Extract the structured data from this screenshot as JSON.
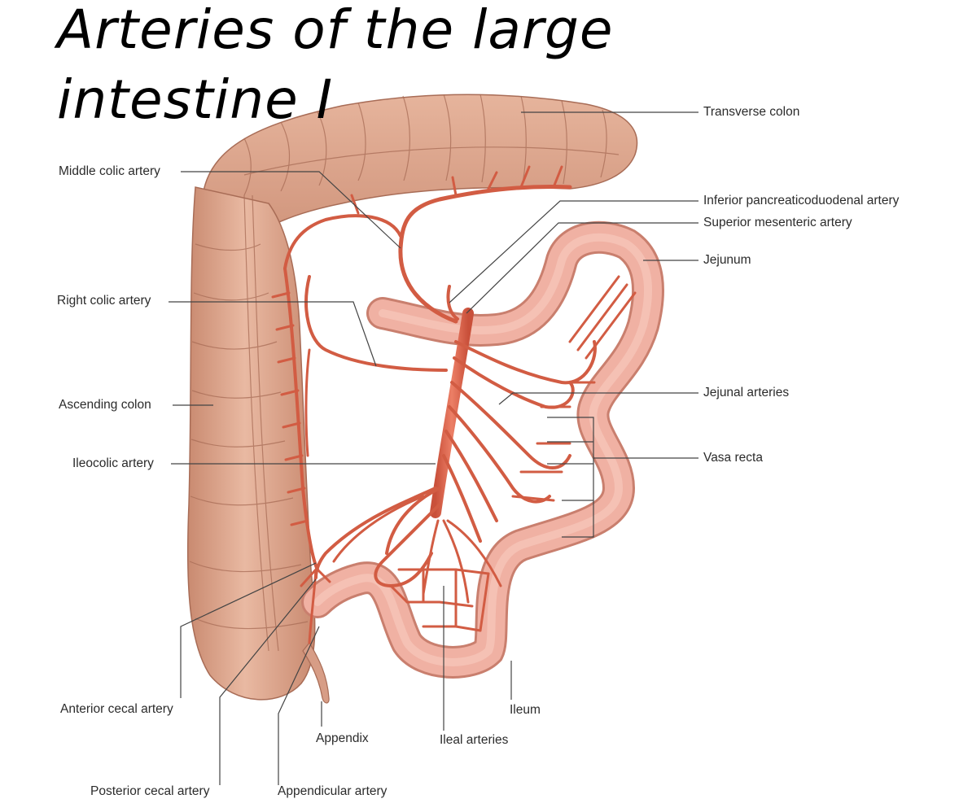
{
  "slide": {
    "title_line1": "Arteries of the large",
    "title_line2": "intestine I"
  },
  "colors": {
    "colon": "#dfa98f",
    "colon_shadow": "#b97c63",
    "small_intestine": "#eea89a",
    "artery": "#d9634a",
    "artery_dark": "#b84a34",
    "leader_line": "#444444",
    "label_text": "#2b2b2b"
  },
  "labels": {
    "transverse_colon": "Transverse colon",
    "middle_colic_artery": "Middle colic artery",
    "inferior_pancreaticoduodenal_artery": "Inferior pancreaticoduodenal artery",
    "superior_mesenteric_artery": "Superior mesenteric artery",
    "jejunum": "Jejunum",
    "right_colic_artery": "Right colic artery",
    "ascending_colon": "Ascending colon",
    "jejunal_arteries": "Jejunal arteries",
    "vasa_recta": "Vasa recta",
    "ileocolic_artery": "Ileocolic artery",
    "anterior_cecal_artery": "Anterior cecal artery",
    "ileum": "Ileum",
    "appendix": "Appendix",
    "ileal_arteries": "Ileal arteries",
    "posterior_cecal_artery": "Posterior cecal artery",
    "appendicular_artery": "Appendicular artery"
  }
}
